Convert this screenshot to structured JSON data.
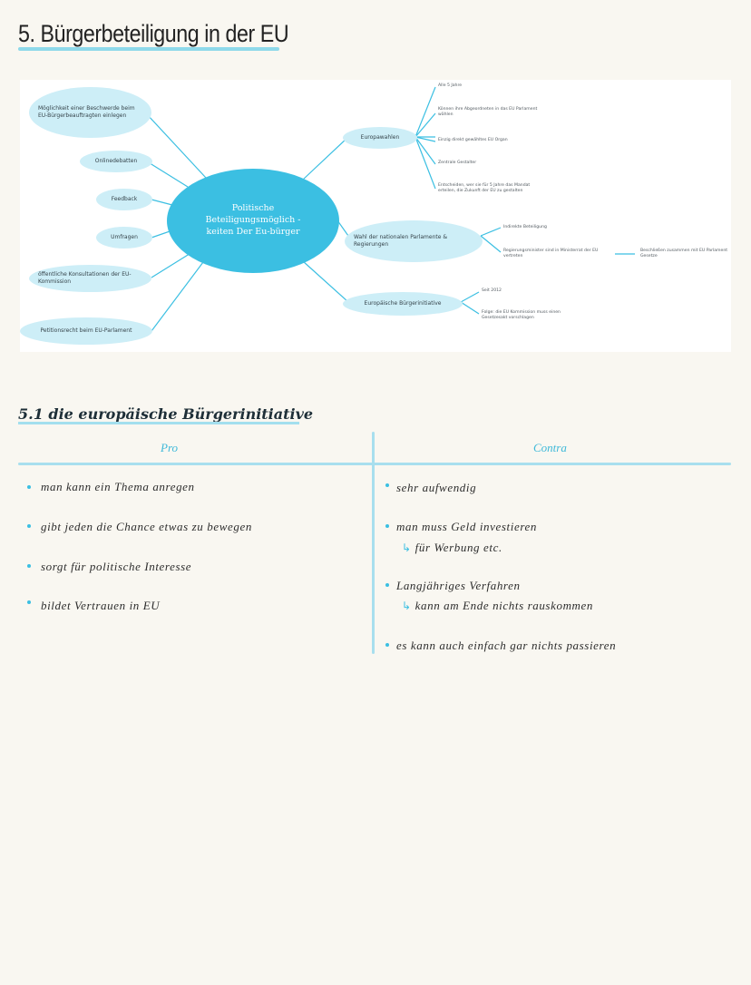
{
  "title": "5.  Bürgerbeteiligung in der EU",
  "mindmap": {
    "center": "Politische Beteiligungsmöglich -keiten Der Eu-bürger",
    "left": [
      "Möglichkeit einer Beschwerde beim EU-Bürgerbeauftragten einlegen",
      "Onlinedebatten",
      "Feedback",
      "Umfragen",
      "öffentliche Konsultationen der EU-Kommission",
      "Petitionsrecht beim EU-Parlament"
    ],
    "right": [
      {
        "label": "Europawahlen",
        "leaves": [
          "Alle 5 Jahre",
          "Können ihre Abgeordneten in das EU Parlament wählen",
          "Einzig direkt gewähltes EU Organ",
          "Zentrale Gestalter",
          "Entscheiden, wer sie für 5 Jahre das Mandat erteilen, die Zukunft der EU zu gestalten"
        ]
      },
      {
        "label": "Wahl der nationalen Parlamente & Regierungen",
        "leaves": [
          "Indirekte Beteiligung",
          "Regierungsminister sind in Ministerrat der EU vertreten"
        ],
        "extra": "Beschließen zusammen mit EU Parlament Gesetze"
      },
      {
        "label": "Europäische Bürgerinitiative",
        "leaves": [
          "Seit 2012",
          "Folge: die EU Kommission muss einen Gesetzesakt vorschlagen"
        ]
      }
    ]
  },
  "section": {
    "title": "5.1 die europäische Bürgerinitiative",
    "pro_label": "Pro",
    "contra_label": "Contra",
    "pro": [
      "man kann ein Thema anregen",
      "gibt jeden die Chance etwas zu bewegen",
      "sorgt für politische Interesse",
      "bildet Vertrauen in EU"
    ],
    "contra": [
      {
        "text": "sehr aufwendig",
        "sub": ""
      },
      {
        "text": "man muss Geld investieren",
        "sub": "für Werbung etc."
      },
      {
        "text": "Langjähriges Verfahren",
        "sub": "kann am Ende nichts rauskommen"
      },
      {
        "text": "es kann auch einfach gar nichts passieren",
        "sub": ""
      }
    ]
  },
  "colors": {
    "accent": "#3bbfe2",
    "light_node": "#cdeef7",
    "line": "#a8dfee",
    "background": "#f9f7f1"
  }
}
